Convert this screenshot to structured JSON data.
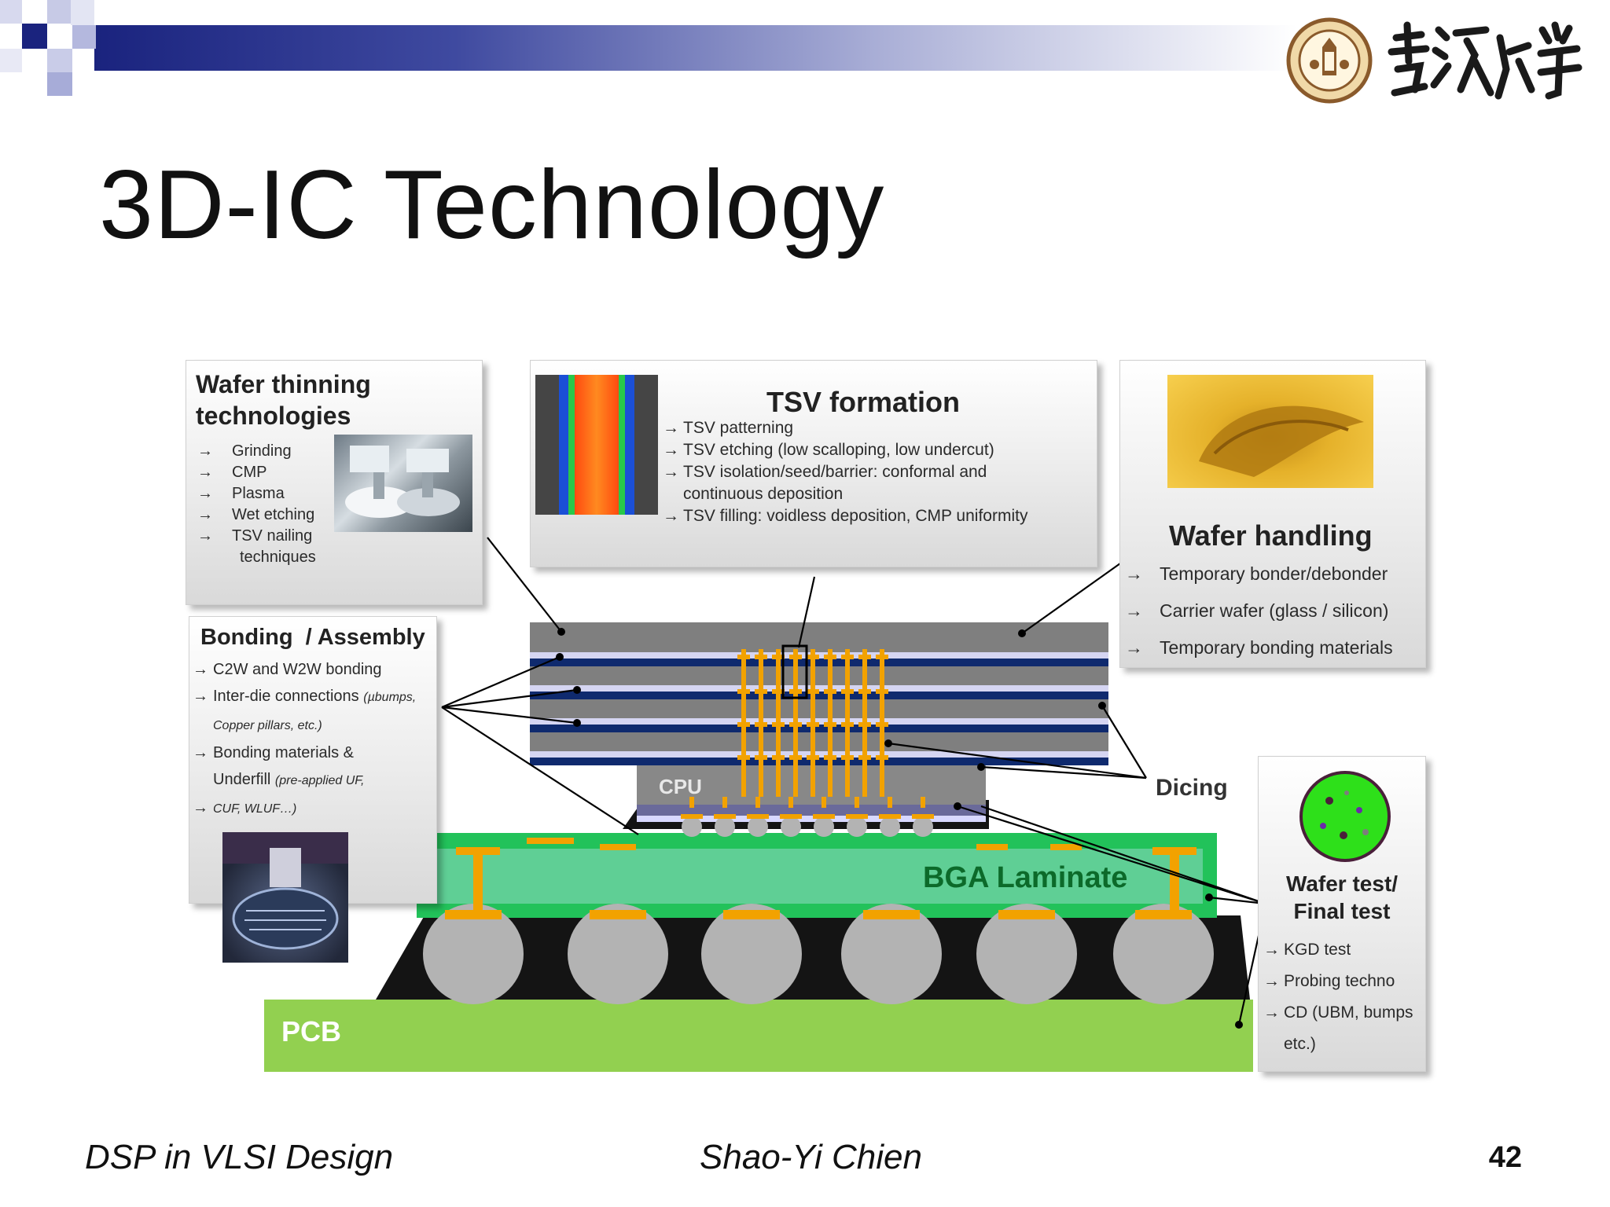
{
  "slide": {
    "title": "3D-IC Technology",
    "footer_left": "DSP in VLSI Design",
    "footer_center": "Shao-Yi Chien",
    "page_number": "42"
  },
  "logo": {
    "institution_calligraphy": "臺灣大學"
  },
  "colors": {
    "header_band_dark": "#1a237e",
    "layer_gray": "#7f7f7f",
    "metal_blue": "#0f2a6e",
    "bump_orange": "#f2a200",
    "bga_green": "#22c25a",
    "bga_inner": "#5fcf95",
    "pcb_green": "#92d050",
    "ball_gray": "#b3b3b3"
  },
  "panels": {
    "wafer_thinning": {
      "heading": "Wafer thinning technologies",
      "items": [
        "Grinding",
        "CMP",
        "Plasma",
        "Wet etching",
        "TSV nailing",
        "techniques"
      ]
    },
    "tsv_formation": {
      "heading": "TSV formation",
      "items": [
        "TSV patterning",
        "TSV etching (low scalloping, low undercut)",
        "TSV isolation/seed/barrier: conformal and",
        "continuous deposition",
        "TSV filling: voidless deposition, CMP uniformity"
      ]
    },
    "wafer_handling": {
      "heading": "Wafer handling",
      "items": [
        "Temporary bonder/debonder",
        "Carrier wafer (glass / silicon)",
        "Temporary bonding materials"
      ]
    },
    "bonding": {
      "heading": "Bonding  / Assembly",
      "items": [
        {
          "text": "C2W and W2W bonding",
          "note": ""
        },
        {
          "text": "Inter-die connections",
          "note": "(µbumps,"
        },
        {
          "text": "",
          "note": "Copper pillars, etc.)"
        },
        {
          "text": "Bonding materials &",
          "note": ""
        },
        {
          "text": "Underfill",
          "note": "(pre-applied UF,"
        },
        {
          "text": "",
          "note": "CUF, WLUF…)"
        }
      ]
    },
    "wafer_test": {
      "heading_line1": "Wafer test/",
      "heading_line2": "Final test",
      "items": [
        "KGD test",
        "Probing techno",
        "CD (UBM, bumps",
        "etc.)"
      ]
    }
  },
  "stack_labels": {
    "cpu": "CPU",
    "bga": "BGA Laminate",
    "pcb": "PCB",
    "dicing": "Dicing"
  },
  "glyphs": {
    "arrow": "→"
  }
}
